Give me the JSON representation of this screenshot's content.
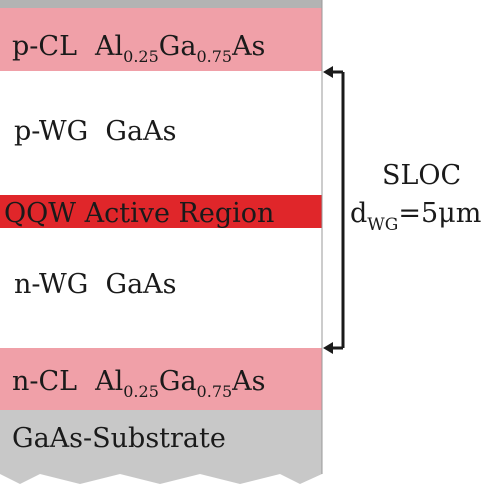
{
  "layers": {
    "p_cl": {
      "prefix": "p-CL",
      "al": "Al",
      "al_sub": "0.25",
      "ga": "Ga",
      "ga_sub": "0.75",
      "as": "As"
    },
    "p_wg": {
      "label": "p-WG  GaAs"
    },
    "active": {
      "label": "QQW Active Region"
    },
    "n_wg": {
      "label": "n-WG  GaAs"
    },
    "n_cl": {
      "prefix": "n-CL",
      "al": "Al",
      "al_sub": "0.25",
      "ga": "Ga",
      "ga_sub": "0.75",
      "as": "As"
    },
    "substrate": {
      "label": "GaAs-Substrate"
    }
  },
  "annotation": {
    "title": "SLOC",
    "d": "d",
    "d_sub": "WG",
    "value": "=5μm"
  },
  "colors": {
    "cladding": "#f0a0a8",
    "active": "#e0262a",
    "substrate": "#c8c8c8",
    "top_strip": "#b3b3b3",
    "bracket": "#1a1a1a"
  }
}
